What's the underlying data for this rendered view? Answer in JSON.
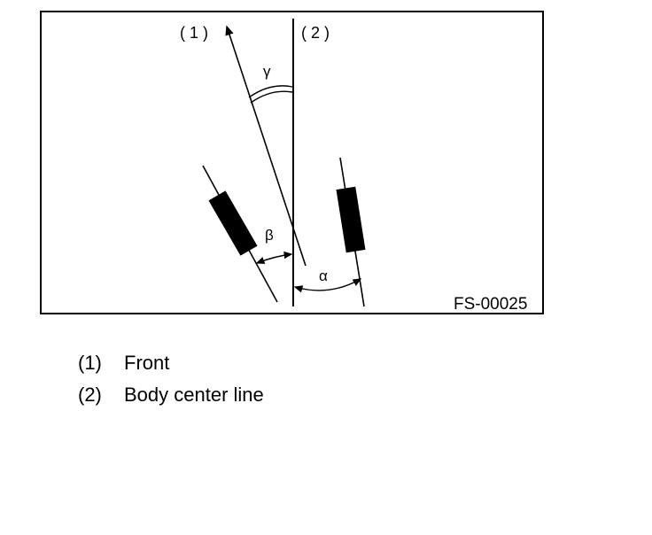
{
  "figure": {
    "callout_1": "( 1 )",
    "callout_2": "( 2 )",
    "angle_gamma": "γ",
    "angle_beta": "β",
    "angle_alpha": "α",
    "figure_id": "FS-00025"
  },
  "legend": {
    "items": [
      {
        "number": "(1)",
        "label": "Front"
      },
      {
        "number": "(2)",
        "label": "Body center line"
      }
    ]
  },
  "colors": {
    "line": "#000000",
    "background": "#ffffff"
  }
}
